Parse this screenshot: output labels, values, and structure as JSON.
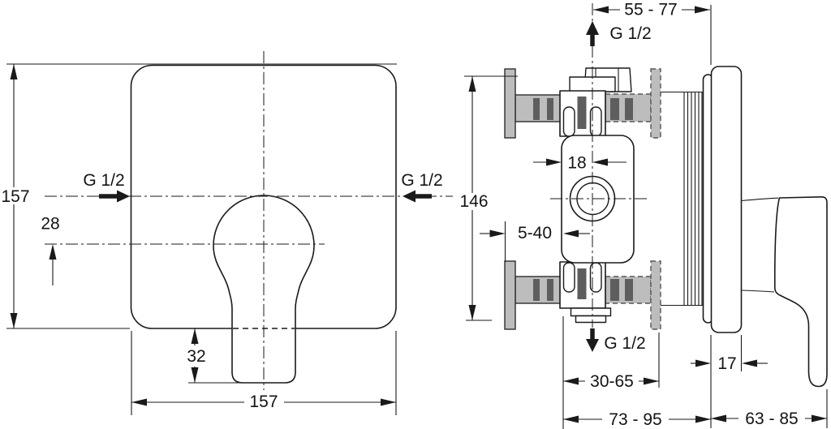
{
  "front_view": {
    "height_dim": "157",
    "width_dim": "157",
    "inlet_left_label": "G 1/2",
    "inlet_right_label": "G 1/2",
    "axis_offset_dim": "28",
    "lever_drop_dim": "32"
  },
  "side_view": {
    "wall_to_axis_range": "55 - 77",
    "top_connection_label": "G 1/2",
    "bracket_height_dim": "146",
    "face_to_axis_dim": "18",
    "plaster_depth_range": "5-40",
    "bottom_connection_label": "G 1/2",
    "recess_depth_range": "30-65",
    "total_depth_range": "73 - 95",
    "trim_thickness_dim": "17",
    "handle_projection_range": "63 - 85"
  },
  "colors": {
    "line": "#1a1a1a",
    "bracket_fill": "#bdbdbd",
    "slot_fill": "#5e5e5e",
    "background": "#ffffff"
  }
}
